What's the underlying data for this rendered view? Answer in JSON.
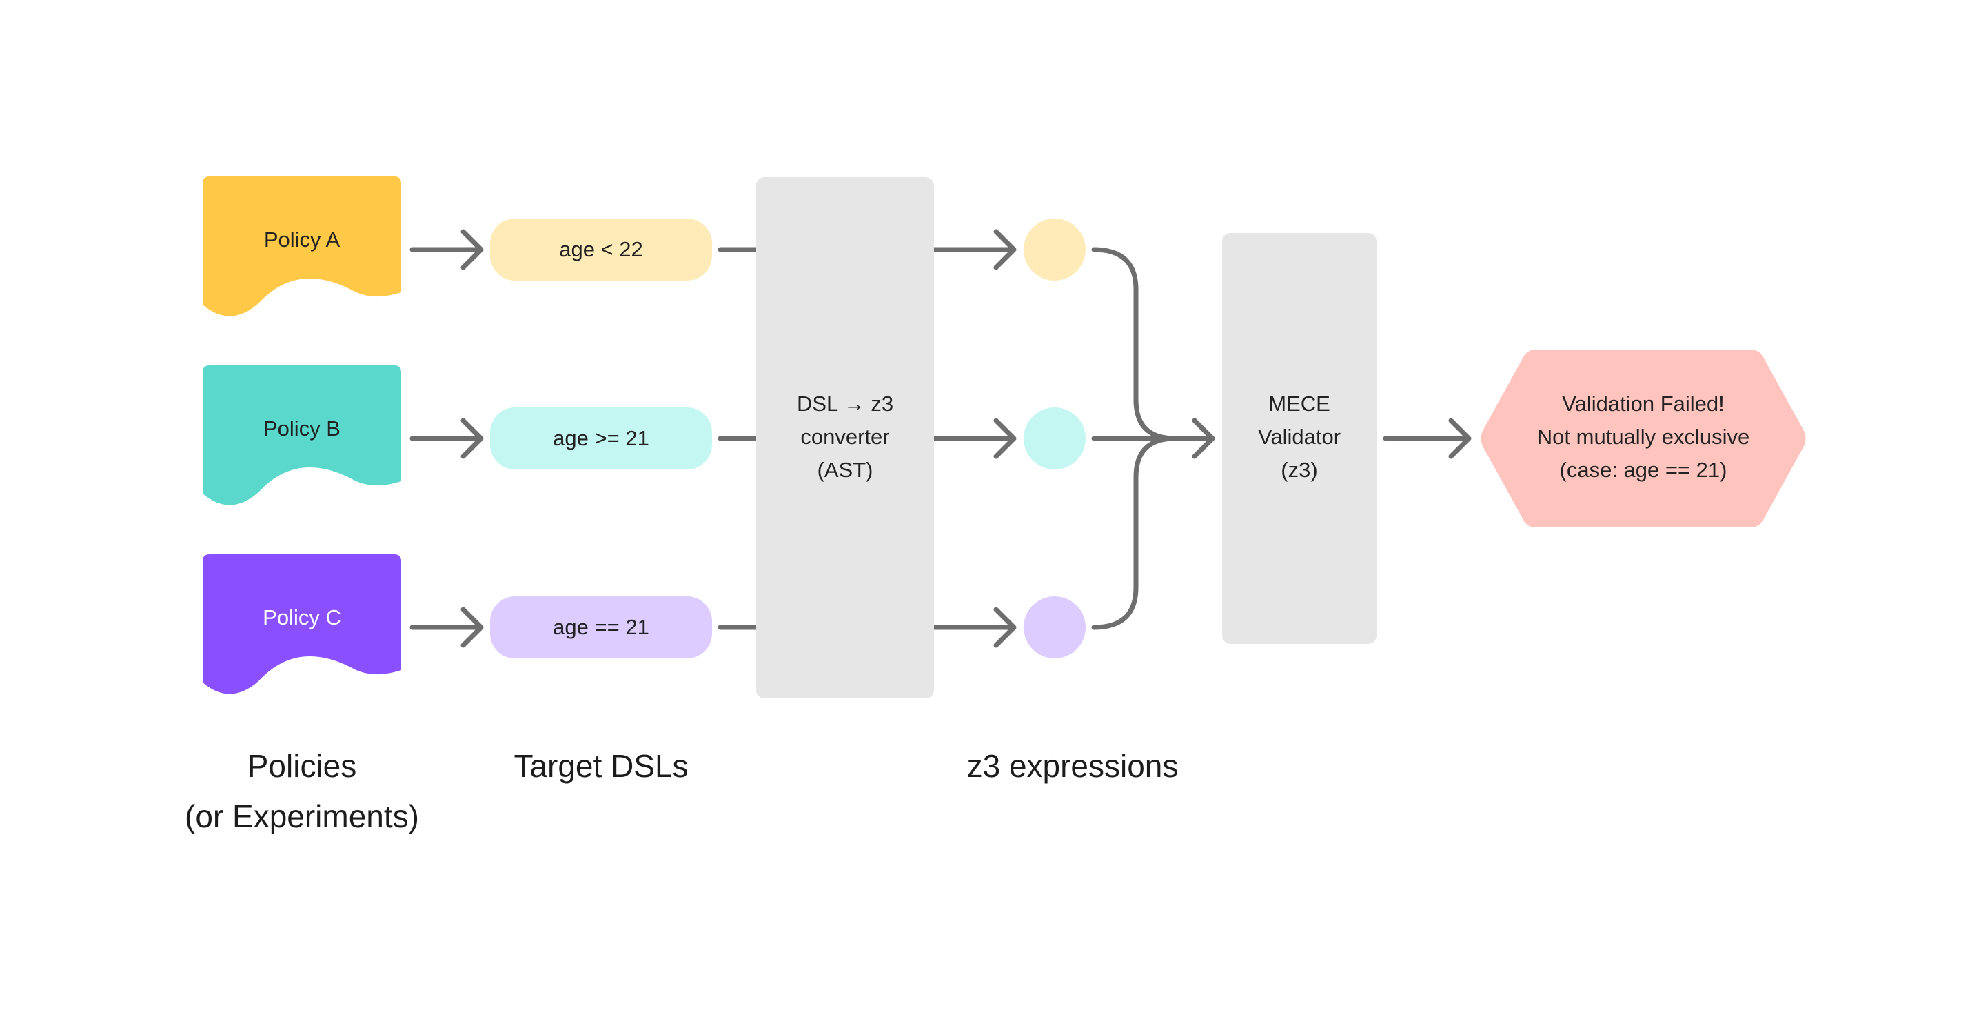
{
  "policies": [
    {
      "label": "Policy A",
      "color": "#FFC846",
      "text_color": "#222222"
    },
    {
      "label": "Policy B",
      "color": "#5AD8CB",
      "text_color": "#222222"
    },
    {
      "label": "Policy C",
      "color": "#8A4FFF",
      "text_color": "#ffffff"
    }
  ],
  "dsls": [
    {
      "label": "age < 22",
      "color": "#FFEBB8"
    },
    {
      "label": "age >= 21",
      "color": "#C5F7F2"
    },
    {
      "label": "age == 21",
      "color": "#DCCCFF"
    }
  ],
  "converter": {
    "lines": [
      "DSL → z3",
      "converter",
      "(AST)"
    ],
    "color": "#E6E6E6"
  },
  "z3_nodes": [
    {
      "color": "#FFEBB8"
    },
    {
      "color": "#C5F7F2"
    },
    {
      "color": "#DCCCFF"
    }
  ],
  "validator": {
    "lines": [
      "MECE",
      "Validator",
      "(z3)"
    ],
    "color": "#E6E6E6"
  },
  "result": {
    "lines": [
      "Validation Failed!",
      "Not mutually exclusive",
      "(case: age == 21)"
    ],
    "color": "#FFC4BE"
  },
  "captions": {
    "policies": [
      "Policies",
      "(or Experiments)"
    ],
    "dsls": [
      "Target DSLs"
    ],
    "z3": [
      "z3 expressions"
    ]
  },
  "connector_color": "#6E6E6E"
}
